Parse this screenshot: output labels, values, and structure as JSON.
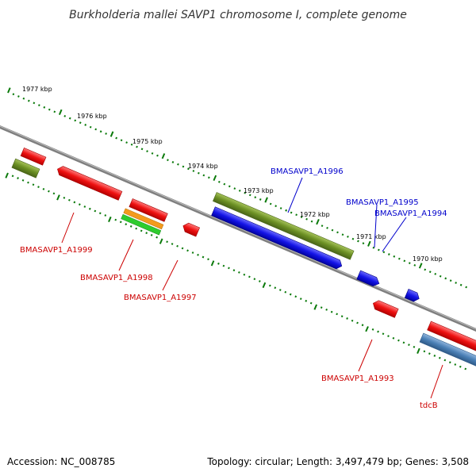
{
  "title": "Burkholderia mallei SAVP1 chromosome I, complete genome",
  "footer": {
    "accession": "Accession: NC_008785",
    "topology": "Topology: circular; Length: 3,497,479 bp; Genes: 3,508"
  },
  "colors": {
    "backbone": "#7f7f7f",
    "forward_label": "#0000cc",
    "reverse_label": "#cc0000",
    "red": "#ee1111",
    "blue": "#1414e6",
    "olive": "#6b8f23",
    "orange": "#f39b1d",
    "green": "#2ecc2e",
    "steel": "#4a7fb5",
    "tick": "#0b7a0b"
  },
  "kbp_labels": [
    "1977 kbp",
    "1976 kbp",
    "1975 kbp",
    "1974 kbp",
    "1973 kbp",
    "1972 kbp",
    "1971 kbp",
    "1970 kbp"
  ],
  "gene_labels": {
    "forward": [
      "BMASAVP1_A1996",
      "BMASAVP1_A1995",
      "BMASAVP1_A1994"
    ],
    "reverse": [
      "BMASAVP1_A1999",
      "BMASAVP1_A1998",
      "BMASAVP1_A1997",
      "BMASAVP1_A1993",
      "tdcB"
    ]
  }
}
